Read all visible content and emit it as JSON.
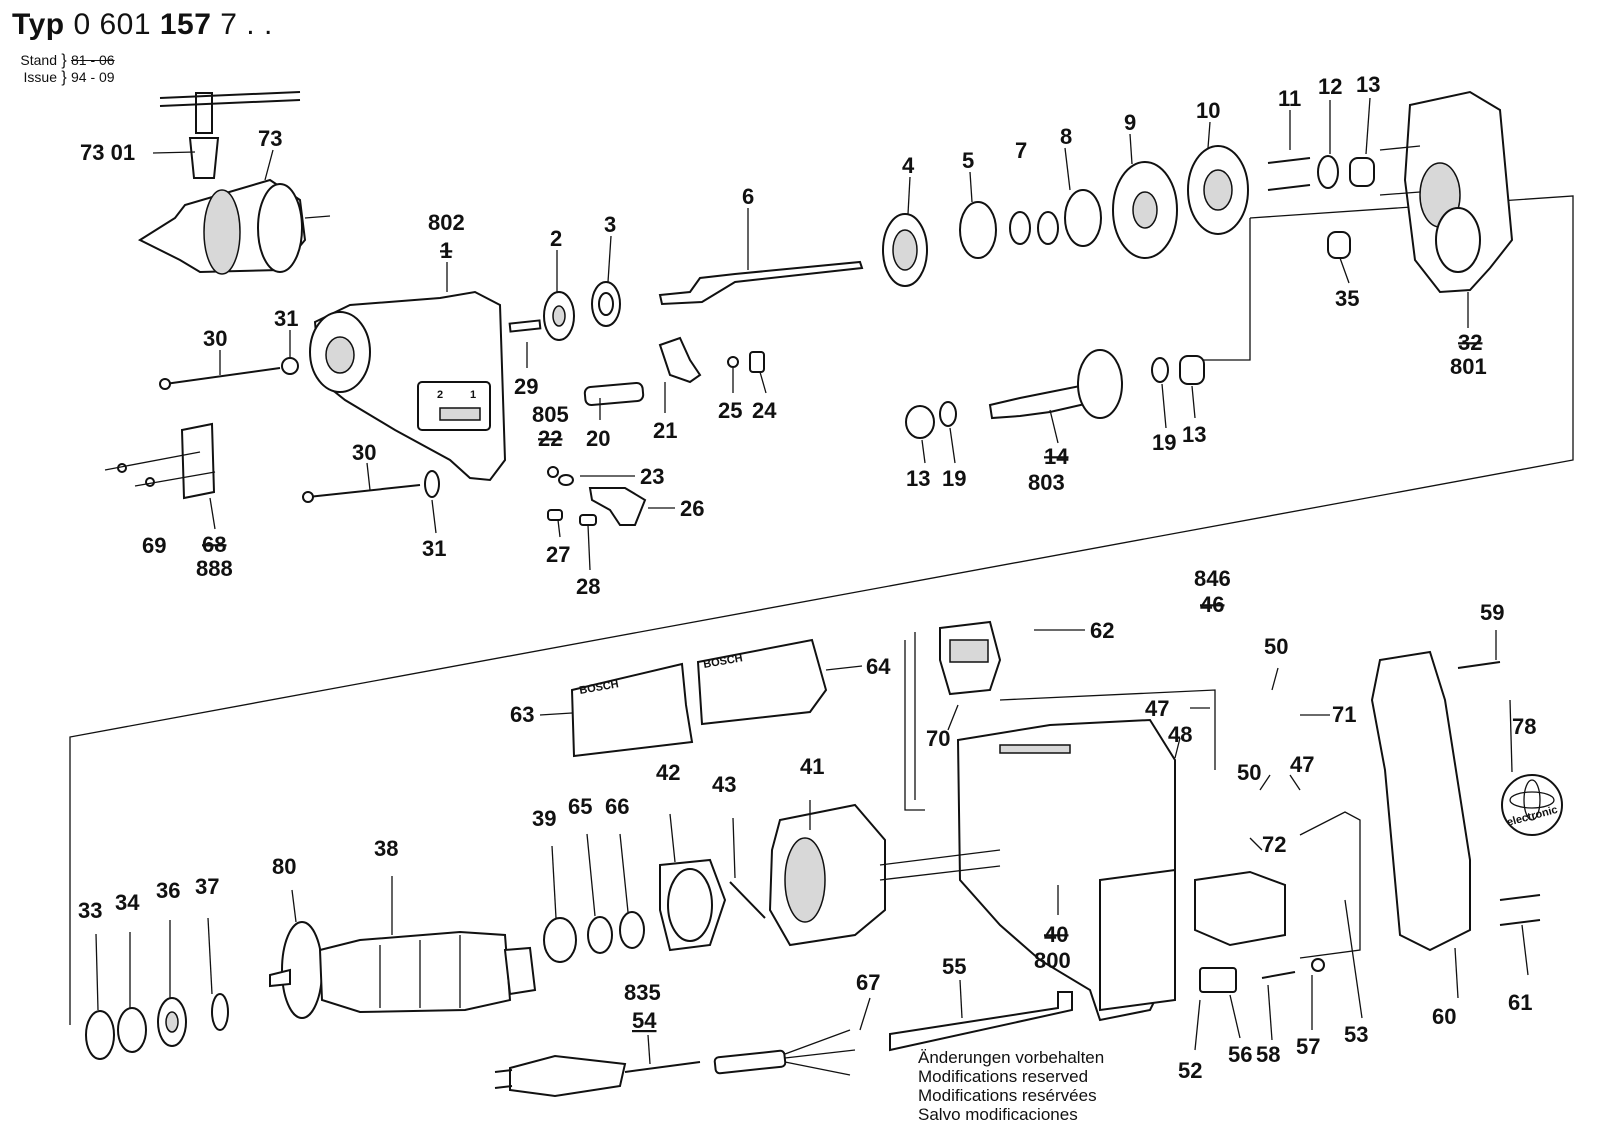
{
  "header": {
    "type_label": "Typ",
    "type_number_light": "0 601",
    "type_number_bold": "157",
    "type_suffix": "7 . .",
    "stand_label": "Stand",
    "issue_label": "Issue",
    "stand_value": "81 - 06",
    "issue_value": "94 - 09"
  },
  "footer_notes": [
    "Änderungen vorbehalten",
    "Modifications reserved",
    "Modifications resérvées",
    "Salvo modificaciones"
  ],
  "brand_labels": [
    "BOSCH",
    "BOSCH"
  ],
  "switch_marks": [
    "2",
    "1"
  ],
  "logo_text": "electronic",
  "part_labels": {
    "p7301": "73 01",
    "p73": "73",
    "p802": "802",
    "p1": "1",
    "p2": "2",
    "p3": "3",
    "p6": "6",
    "p4": "4",
    "p5": "5",
    "p7": "7",
    "p8": "8",
    "p9": "9",
    "p10": "10",
    "p11": "11",
    "p12": "12",
    "p13a": "13",
    "p35": "35",
    "p32": "32",
    "p801": "801",
    "p30a": "30",
    "p31a": "31",
    "p29": "29",
    "p20": "20",
    "p21": "21",
    "p25": "25",
    "p24": "24",
    "p805": "805",
    "p22": "22",
    "p23": "23",
    "p26": "26",
    "p27": "27",
    "p28": "28",
    "p30b": "30",
    "p31b": "31",
    "p69": "69",
    "p68": "68",
    "p888": "888",
    "p13b": "13",
    "p19b": "19",
    "p14": "14",
    "p803": "803",
    "p19a": "19",
    "p13c": "13",
    "p846": "846",
    "p46": "46",
    "p62": "62",
    "p64": "64",
    "p63": "63",
    "p50a": "50",
    "p47a": "47",
    "p48": "48",
    "p71": "71",
    "p70": "70",
    "p50b": "50",
    "p47b": "47",
    "p72": "72",
    "p41": "41",
    "p43": "43",
    "p42": "42",
    "p39": "39",
    "p65": "65",
    "p66": "66",
    "p38": "38",
    "p80": "80",
    "p33": "33",
    "p34": "34",
    "p36": "36",
    "p37": "37",
    "p40": "40",
    "p800": "800",
    "p59": "59",
    "p78": "78",
    "p60": "60",
    "p61": "61",
    "p52": "52",
    "p53": "53",
    "p56": "56",
    "p57": "57",
    "p58": "58",
    "p835": "835",
    "p54": "54",
    "p67": "67",
    "p55": "55"
  },
  "colors": {
    "ink": "#111111",
    "paper": "#ffffff"
  }
}
